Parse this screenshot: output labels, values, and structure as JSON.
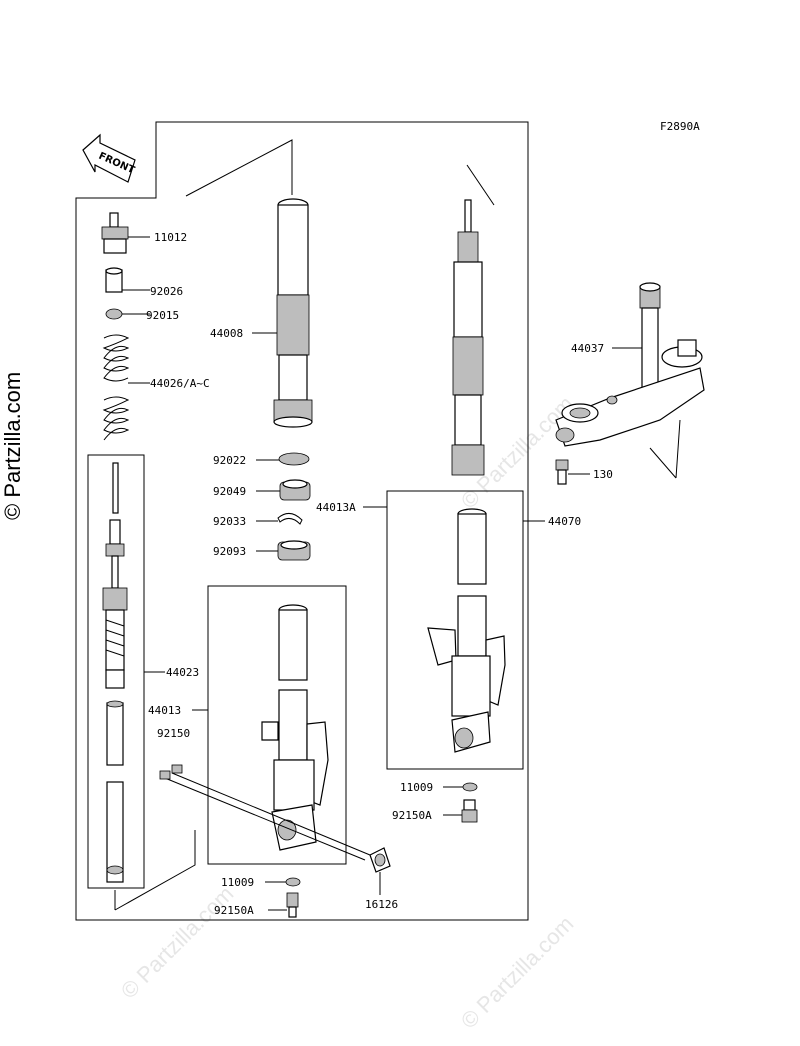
{
  "diagram_code": "F2890A",
  "front_label": "FRONT",
  "watermark_side": "© Partzilla.com",
  "watermark_diag": "© Partzilla.com",
  "parts": {
    "p11012": "11012",
    "p92026": "92026",
    "p92015": "92015",
    "p44026": "44026/A~C",
    "p44008": "44008",
    "p44037": "44037",
    "p130": "130",
    "p92022": "92022",
    "p92049": "92049",
    "p44013A": "44013A",
    "p92033": "92033",
    "p44070": "44070",
    "p92093": "92093",
    "p44023": "44023",
    "p44013": "44013",
    "p92150": "92150",
    "p11009a": "11009",
    "p92150Aa": "92150A",
    "p11009b": "11009",
    "p92150Ab": "92150A",
    "p16126": "16126"
  }
}
